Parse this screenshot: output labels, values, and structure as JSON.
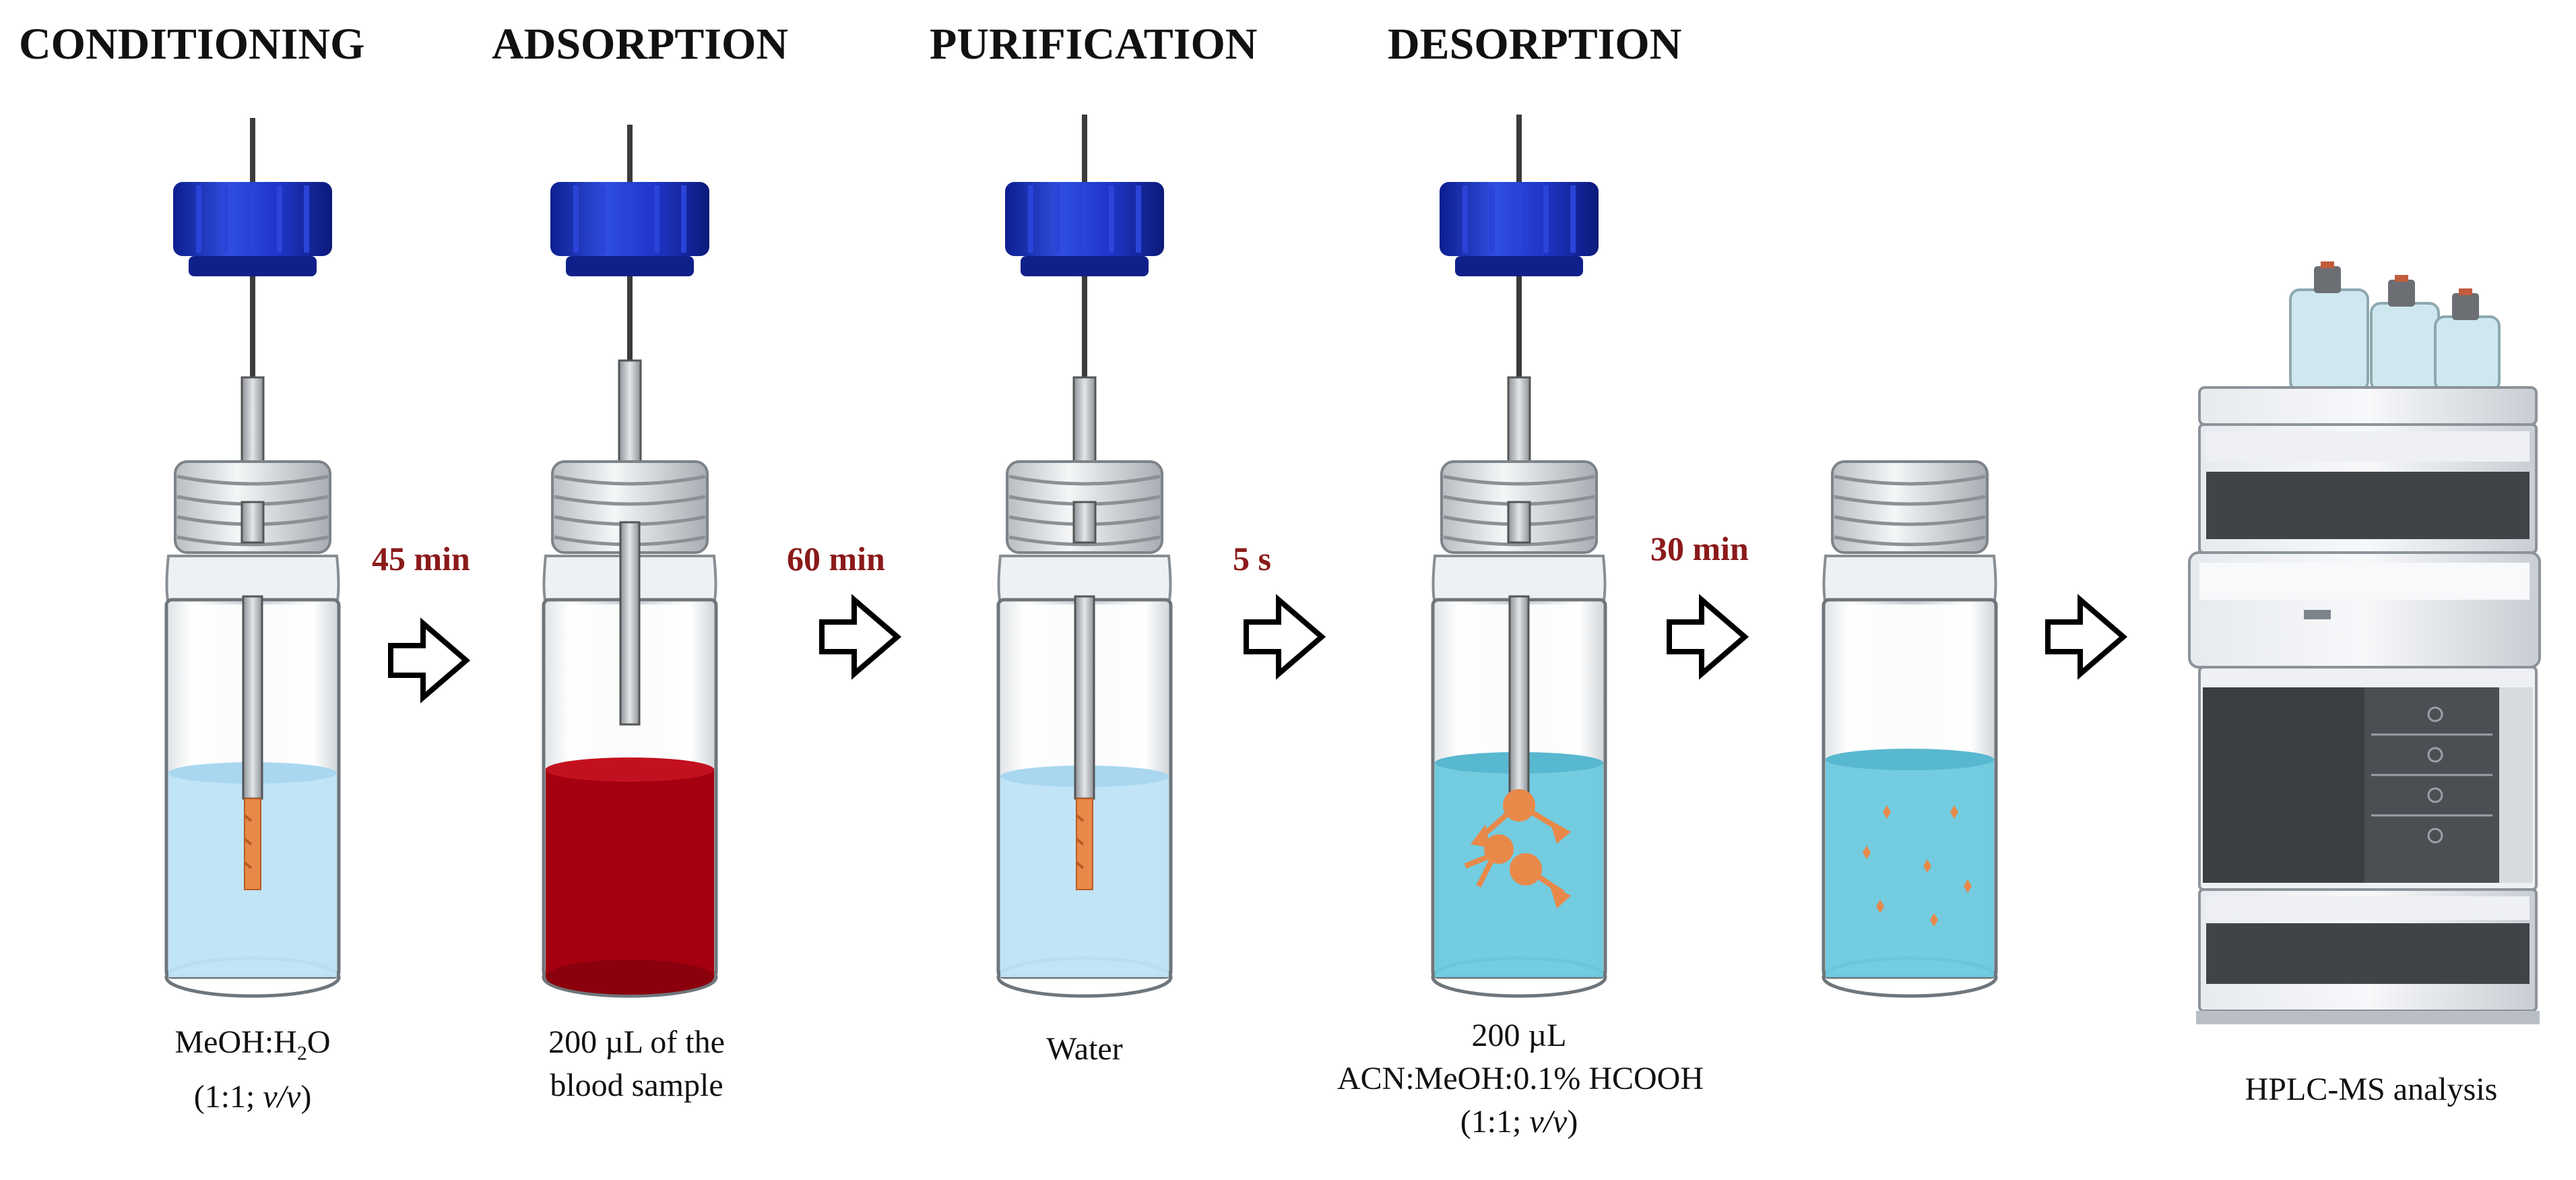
{
  "stages": [
    {
      "title": "CONDITIONING"
    },
    {
      "title": "ADSORPTION"
    },
    {
      "title": "PURIFICATION"
    },
    {
      "title": "DESORPTION"
    }
  ],
  "times": [
    "45 min",
    "60 min",
    "5 s",
    "30 min"
  ],
  "captions": {
    "conditioning_line1": "MeOH:H",
    "conditioning_sub": "2",
    "conditioning_line1_end": "O",
    "conditioning_line2_a": "(1:1; ",
    "conditioning_line2_b": "v/v",
    "conditioning_line2_c": ")",
    "adsorption_line1": "200 µL of the",
    "adsorption_line2": "blood sample",
    "purification": "Water",
    "desorption_line1": "200 µL",
    "desorption_line2": "ACN:MeOH:0.1% HCOOH",
    "desorption_line3_a": "(1:1; ",
    "desorption_line3_b": "v/v",
    "desorption_line3_c": ")",
    "final": "HPLC-MS analysis"
  },
  "colors": {
    "cap_blue": "#1f36c9",
    "methanol_liquid": "#bfe3f7",
    "blood": "#a4000f",
    "desorption_liquid": "#6cc9de",
    "fiber_orange": "#e8894a",
    "time_red": "#8b1a1a"
  },
  "icons": [
    "arrow-right-icon",
    "vial-icon",
    "syringe-icon",
    "hplc-instrument-icon"
  ]
}
